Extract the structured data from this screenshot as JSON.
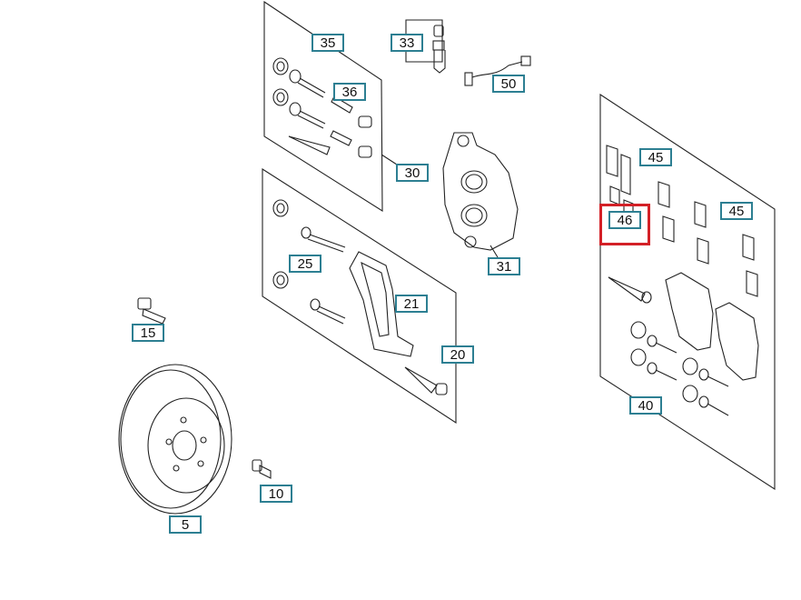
{
  "callouts": [
    {
      "id": "35",
      "label": "35"
    },
    {
      "id": "33",
      "label": "33"
    },
    {
      "id": "36",
      "label": "36"
    },
    {
      "id": "50",
      "label": "50"
    },
    {
      "id": "30",
      "label": "30"
    },
    {
      "id": "31",
      "label": "31"
    },
    {
      "id": "45a",
      "label": "45"
    },
    {
      "id": "46",
      "label": "46"
    },
    {
      "id": "45b",
      "label": "45"
    },
    {
      "id": "25",
      "label": "25"
    },
    {
      "id": "21",
      "label": "21"
    },
    {
      "id": "20",
      "label": "20"
    },
    {
      "id": "40",
      "label": "40"
    },
    {
      "id": "15",
      "label": "15"
    },
    {
      "id": "10",
      "label": "10"
    },
    {
      "id": "5",
      "label": "5"
    }
  ],
  "selected_part": "46",
  "colors": {
    "callout_border": "#2d7f92",
    "highlight": "#d32027",
    "line": "#222222"
  }
}
